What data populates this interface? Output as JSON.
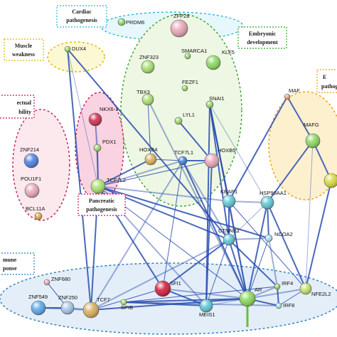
{
  "groups": [
    {
      "id": "cardiac",
      "label_lines": [
        "Cardiac",
        "pathogenesis"
      ],
      "color": "#22b8d8",
      "fill": "#e6f8fc"
    },
    {
      "id": "muscle",
      "label_lines": [
        "Muscle",
        "weakness"
      ],
      "color": "#e0b800",
      "fill": "#fdf8d4"
    },
    {
      "id": "embryonic",
      "label_lines": [
        "Embryonic",
        "development"
      ],
      "color": "#33a02c",
      "fill": "#eef7e3"
    },
    {
      "id": "intellectual",
      "label_lines": [
        "ectual",
        "bility"
      ],
      "color": "#c2185b",
      "fill": "#fbe9ee"
    },
    {
      "id": "pancreatic",
      "label_lines": [
        "Pancreatic",
        "pathogenesis"
      ],
      "color": "#c2185b",
      "fill": "#f9d3e2"
    },
    {
      "id": "e-group",
      "label_lines": [
        "E",
        "pathoge"
      ],
      "color": "#f0a000",
      "fill": "#fdf0cf"
    },
    {
      "id": "immune",
      "label_lines": [
        "mune",
        "ponse"
      ],
      "color": "#2b7bb9",
      "fill": "#e3eef8"
    }
  ],
  "nodes": [
    {
      "id": "PRDM6",
      "label": "PRDM6",
      "color": "#8fd86a"
    },
    {
      "id": "ZFP28",
      "label": "ZFP28",
      "color": "#e8a8b8"
    },
    {
      "id": "DUX4",
      "label": "DUX4",
      "color": "#9ad86a"
    },
    {
      "id": "ZNF323",
      "label": "ZNF323",
      "color": "#a8e070"
    },
    {
      "id": "SMARCA1",
      "label": "SMARCA1",
      "color": "#8fd86a"
    },
    {
      "id": "KLF5",
      "label": "KLF5",
      "color": "#8cd860"
    },
    {
      "id": "FEZF1",
      "label": "FEZF1",
      "color": "#9ad86a"
    },
    {
      "id": "TBX3",
      "label": "TBX3",
      "color": "#a8e070"
    },
    {
      "id": "SNAI1",
      "label": "SNAI1",
      "color": "#9ad86a"
    },
    {
      "id": "LYL1",
      "label": "LYL1",
      "color": "#9ad86a"
    },
    {
      "id": "MAF",
      "label": "MAF",
      "color": "#f0a060"
    },
    {
      "id": "MAFG",
      "label": "MAFG",
      "color": "#8cd860"
    },
    {
      "id": "E-right",
      "label": "",
      "color": "#d8d840"
    },
    {
      "id": "NKX6-1",
      "label": "NKX6-1",
      "color": "#d03050"
    },
    {
      "id": "PDX1",
      "label": "PDX1",
      "color": "#9ad86a"
    },
    {
      "id": "ZNF214",
      "label": "ZNF214",
      "color": "#5080e0"
    },
    {
      "id": "POU1F1",
      "label": "POU1F1",
      "color": "#e8a8b8"
    },
    {
      "id": "BCL11A",
      "label": "BCL11A",
      "color": "#d8b040"
    },
    {
      "id": "TCF7L2",
      "label": "TCF7L2",
      "color": "#a8e070"
    },
    {
      "id": "HOXB4",
      "label": "HOXB4",
      "color": "#d8b060"
    },
    {
      "id": "TCF7L1",
      "label": "TCF7L1",
      "color": "#4080e0"
    },
    {
      "id": "HOXB5",
      "label": "HOXB5",
      "color": "#e8a8b8"
    },
    {
      "id": "KEAP1",
      "label": "KEAP1",
      "color": "#60c8d8"
    },
    {
      "id": "HSP90AA1",
      "label": "HSP90AA1",
      "color": "#60c8d8"
    },
    {
      "id": "CTNNB1",
      "label": "CTNNB1",
      "color": "#60c8d8"
    },
    {
      "id": "NCOA2",
      "label": "NCOA2",
      "color": "#a8e0e8"
    },
    {
      "id": "NFE2L2",
      "label": "NFE2L2",
      "color": "#c8e070"
    },
    {
      "id": "ZNF680",
      "label": "ZNF680",
      "color": "#e8a8b8"
    },
    {
      "id": "ZNF549",
      "label": "ZNF549",
      "color": "#60a8e8"
    },
    {
      "id": "ZNF250",
      "label": "ZNF250",
      "color": "#a8c8e8"
    },
    {
      "id": "TCF7",
      "label": "TCF7",
      "color": "#d8b060"
    },
    {
      "id": "SPIB",
      "label": "SPIB",
      "color": "#a8e070"
    },
    {
      "id": "SFI1",
      "label": "SFI1",
      "color": "#d02040"
    },
    {
      "id": "MEIS1",
      "label": "MEIS1",
      "color": "#60c8d8"
    },
    {
      "id": "AR",
      "label": "AR",
      "color": "#8cd860"
    },
    {
      "id": "IRF4",
      "label": "IRF4",
      "color": "#9ad86a"
    },
    {
      "id": "IRF8",
      "label": "IRF8",
      "color": "#a8e0e8"
    }
  ],
  "edges": [
    [
      "DUX4",
      "TCF7L2"
    ],
    [
      "DUX4",
      "TCF7"
    ],
    [
      "DUX4",
      "CTNNB1"
    ],
    [
      "TCF7L2",
      "TCF7L1"
    ],
    [
      "TCF7L2",
      "HOXB5"
    ],
    [
      "TCF7L2",
      "CTNNB1"
    ],
    [
      "TCF7L2",
      "KEAP1"
    ],
    [
      "TCF7L2",
      "NCOA2"
    ],
    [
      "TCF7L2",
      "AR"
    ],
    [
      "TCF7L2",
      "MEIS1"
    ],
    [
      "TCF7L2",
      "TCF7"
    ],
    [
      "TCF7L2",
      "SFI1"
    ],
    [
      "TCF7L2",
      "NKX6-1"
    ],
    [
      "TCF7L2",
      "PDX1"
    ],
    [
      "TCF7L2",
      "HOXB4"
    ],
    [
      "NKX6-1",
      "PDX1"
    ],
    [
      "HOXB4",
      "TCF7L1"
    ],
    [
      "HOXB5",
      "TCF7L1"
    ],
    [
      "TCF7L1",
      "CTNNB1"
    ],
    [
      "TCF7L1",
      "AR"
    ],
    [
      "TCF7L1",
      "SFI1"
    ],
    [
      "TCF7L1",
      "TCF7"
    ],
    [
      "SNAI1",
      "CTNNB1"
    ],
    [
      "SNAI1",
      "KEAP1"
    ],
    [
      "SNAI1",
      "HSP90AA1"
    ],
    [
      "SNAI1",
      "MEIS1"
    ],
    [
      "SNAI1",
      "AR"
    ],
    [
      "TBX3",
      "AR"
    ],
    [
      "TBX3",
      "HOXB4"
    ],
    [
      "LYL1",
      "HOXB5"
    ],
    [
      "KEAP1",
      "HSP90AA1"
    ],
    [
      "KEAP1",
      "CTNNB1"
    ],
    [
      "KEAP1",
      "NFE2L2"
    ],
    [
      "KEAP1",
      "AR"
    ],
    [
      "HSP90AA1",
      "NFE2L2"
    ],
    [
      "HSP90AA1",
      "AR"
    ],
    [
      "HSP90AA1",
      "CTNNB1"
    ],
    [
      "HSP90AA1",
      "NCOA2"
    ],
    [
      "CTNNB1",
      "AR"
    ],
    [
      "CTNNB1",
      "NCOA2"
    ],
    [
      "CTNNB1",
      "MEIS1"
    ],
    [
      "CTNNB1",
      "SFI1"
    ],
    [
      "CTNNB1",
      "TCF7"
    ],
    [
      "CTNNB1",
      "IRF4"
    ],
    [
      "NCOA2",
      "AR"
    ],
    [
      "NCOA2",
      "IRF4"
    ],
    [
      "MAF",
      "MAFG"
    ],
    [
      "MAF",
      "KEAP1"
    ],
    [
      "MAFG",
      "NFE2L2"
    ],
    [
      "MAFG",
      "E-right"
    ],
    [
      "MAFG",
      "HSP90AA1"
    ],
    [
      "NFE2L2",
      "AR"
    ],
    [
      "NFE2L2",
      "IRF8"
    ],
    [
      "IRF4",
      "IRF8"
    ],
    [
      "IRF4",
      "AR"
    ],
    [
      "IRF8",
      "AR"
    ],
    [
      "SPIB",
      "IRF4"
    ],
    [
      "SPIB",
      "IRF8"
    ],
    [
      "SPIB",
      "AR"
    ],
    [
      "SPIB",
      "MEIS1"
    ],
    [
      "MEIS1",
      "AR"
    ],
    [
      "MEIS1",
      "HOXB5"
    ],
    [
      "MEIS1",
      "SFI1"
    ],
    [
      "SFI1",
      "AR"
    ],
    [
      "TCF7",
      "SFI1"
    ],
    [
      "TCF7",
      "AR"
    ],
    [
      "TCF7",
      "ZNF250"
    ],
    [
      "ZNF250",
      "ZNF549"
    ],
    [
      "ZNF680",
      "ZNF250"
    ],
    [
      "ZNF549",
      "TCF7"
    ],
    [
      "E-right",
      "NFE2L2"
    ]
  ]
}
